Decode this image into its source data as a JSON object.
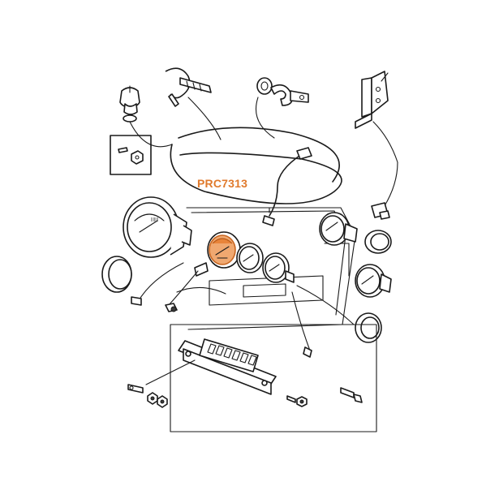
{
  "diagram": {
    "part_number": "PRC7313",
    "highlight_color": "#e8843a",
    "watermark_text": "",
    "components": [
      "top-left-clip",
      "cable-tie",
      "p-clip",
      "mounting-bracket",
      "screw-nut-inset",
      "speedo-cable",
      "large-speedometer-gauge",
      "speedo-bezel-ring",
      "highlighted-gauge",
      "small-gauge-cluster",
      "right-gauge-upper",
      "right-gauge-lower",
      "right-bezel-ring",
      "bulb-holders",
      "warning-light-panel",
      "fasteners"
    ]
  }
}
